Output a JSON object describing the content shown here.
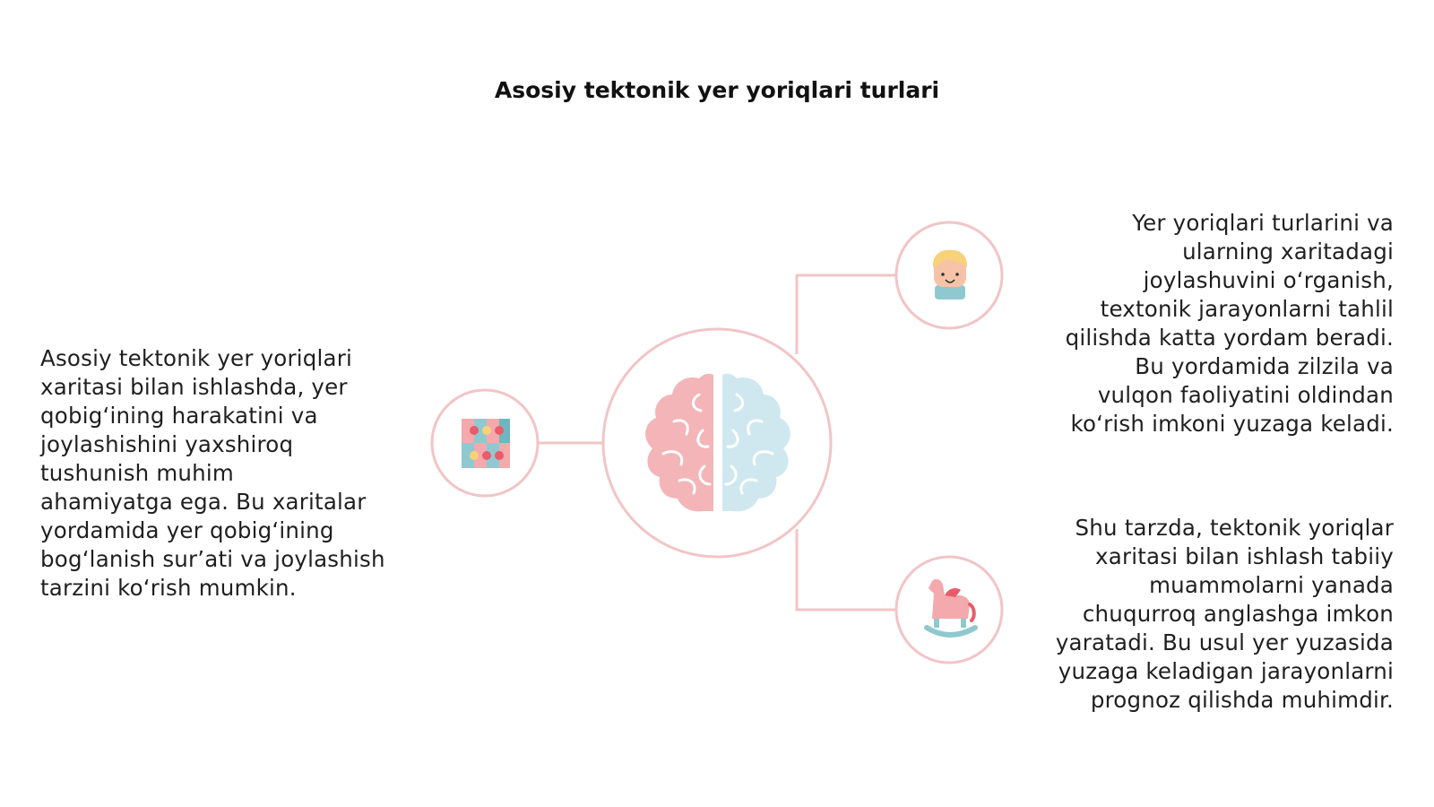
{
  "title": "Asosiy tektonik yer yoriqlari turlari",
  "left_text": "Asosiy tektonik yer yoriqlari\nxaritasi bilan ishlashda, yer\nqobig‘ining harakatini va\njoylashishini yaxshiroq\ntushunish muhim\nahamiyatga ega. Bu xaritalar\nyordamida yer qobig‘ining\nbog‘lanish sur’ati va joylashish\ntarzini ko‘rish mumkin.",
  "top_right_text": "Yer yoriqlari turlarini va\nularning xaritadagi\njoylashuvini o‘rganish,\ntextonik jarayonlarni tahlil\nqilishda katta yordam beradi.\nBu yordamida zilzila va\nvulqon faoliyatini oldindan\nko‘rish imkoni yuzaga keladi.",
  "bottom_right_text": "Shu tarzda, tektonik yoriqlar\nxaritasi bilan ishlash tabiiy\nmuammolarni yanada\nchuqurroq anglashga imkon\nyaratadi. Bu usul yer yuzasida\nyuzaga keladigan jarayonlarni\nprognoz qilishda muhimdir.",
  "icons": {
    "center": "brain-icon",
    "left": "puzzle-icon",
    "top_right": "child-face-icon",
    "bottom_right": "rocking-horse-icon"
  },
  "colors": {
    "connector": "#f2c4c6",
    "brain_left": "#f3b5b8",
    "brain_right": "#cfe8ef"
  }
}
